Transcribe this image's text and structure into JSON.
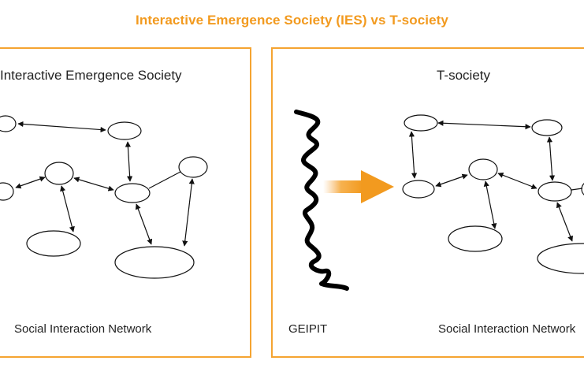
{
  "title": "Interactive Emergence Society (IES) vs T-society",
  "left_panel": {
    "heading": "Interactive Emergence Society",
    "caption": "Social Interaction Network"
  },
  "right_panel": {
    "heading": "T-society",
    "barrier_label": "GEIPIT",
    "caption": "Social Interaction Network"
  },
  "colors": {
    "accent": "#f29a1f",
    "border": "#f5a431",
    "ink": "#111111"
  },
  "icons": [
    "arrow-right-icon",
    "wavy-barrier-icon"
  ]
}
